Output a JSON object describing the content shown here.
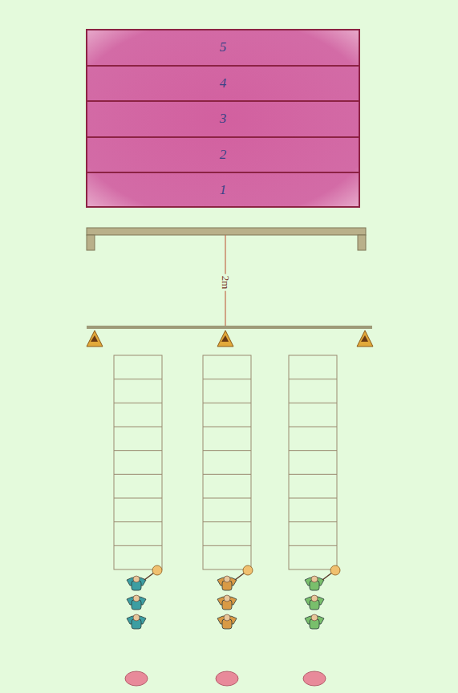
{
  "diagram": {
    "nodes": [
      {
        "text": [
          "5"
        ]
      },
      {
        "text": [
          "4"
        ]
      },
      {
        "text": [
          "3"
        ]
      },
      {
        "text": [
          "2"
        ]
      },
      {
        "text": [
          "1"
        ]
      }
    ],
    "labels": [
      "2m"
    ]
  }
}
